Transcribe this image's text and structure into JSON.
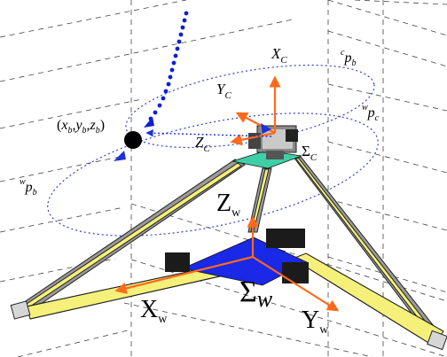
{
  "labels": {
    "ball_coord": "(x_b, y_b, z_b)",
    "ball_coord_x": "x",
    "ball_coord_x_sub": "b",
    "ball_coord_y": "y",
    "ball_coord_y_sub": "b",
    "ball_coord_z": "z",
    "ball_coord_z_sub": "b",
    "camera_x_axis": "X",
    "camera_x_axis_sub": "C",
    "camera_y_axis": "Y",
    "camera_y_axis_sub": "C",
    "camera_z_axis": "Z",
    "camera_z_axis_sub": "C",
    "camera_frame": "Σ",
    "camera_frame_sub": "C",
    "camera_ball_vector": "p",
    "camera_ball_vector_pre": "c",
    "camera_ball_vector_sub": "b",
    "world_camera_vector": "p",
    "world_camera_vector_pre": "w",
    "world_camera_vector_sub": "c",
    "world_ball_vector": "p",
    "world_ball_vector_pre": "w",
    "world_ball_vector_sub": "b",
    "world_z_axis": "Z",
    "world_z_axis_sub": "w",
    "world_x_axis": "X",
    "world_x_axis_sub": "w",
    "world_y_axis": "Y",
    "world_y_axis_sub": "w",
    "world_frame": "Σ",
    "world_frame_sub": "w"
  },
  "colors": {
    "axis_arrow": "#ff6a1a",
    "vector_arrow": "#1c2fd8",
    "ellipse": "#3344cc",
    "ball_trail": "#0b1fd6",
    "platform_top": "#3fcfa6",
    "platform_base": "#1a28e8",
    "leg_fill": "#f4f07a",
    "grid": "#444444",
    "ball": "#000000"
  }
}
